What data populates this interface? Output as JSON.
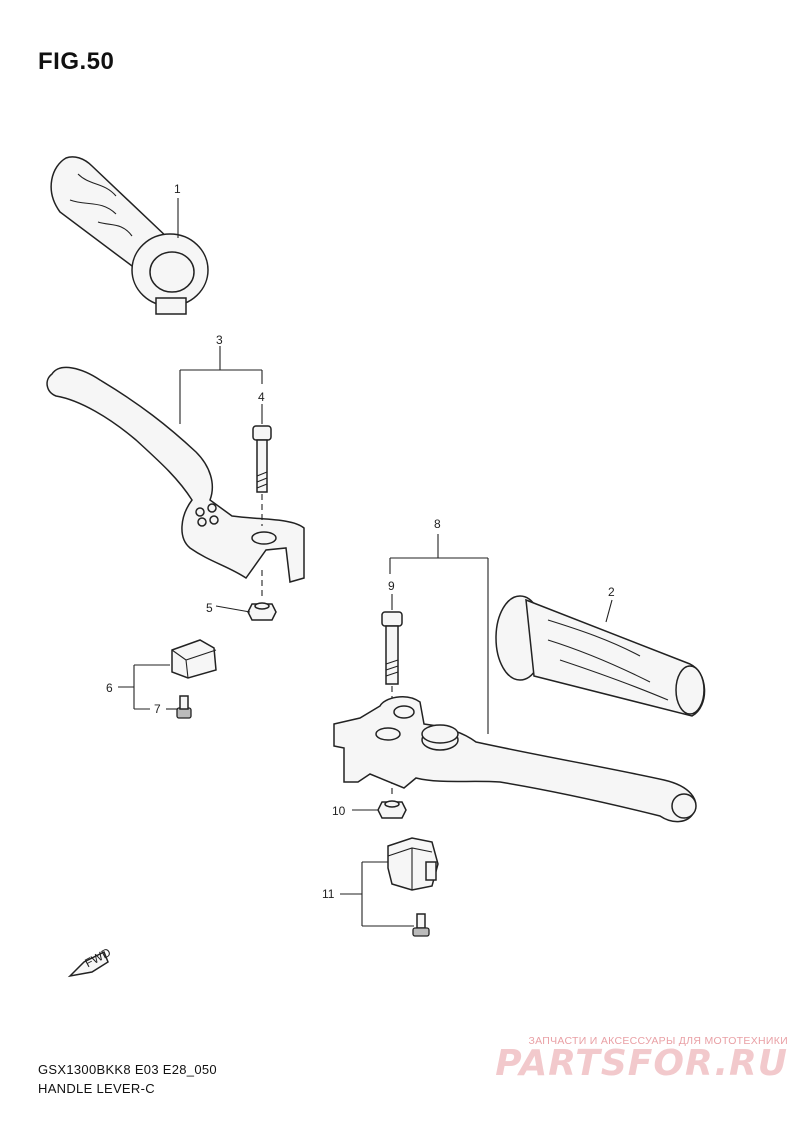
{
  "figure": {
    "title": "FIG.50"
  },
  "callouts": {
    "c1": "1",
    "c2": "2",
    "c3": "3",
    "c4": "4",
    "c5": "5",
    "c6": "6",
    "c7": "7",
    "c8": "8",
    "c9": "9",
    "c10": "10",
    "c11": "11"
  },
  "fwd_label": "FWD",
  "footer": {
    "model_code": "GSX1300BKK8 E03 E28_050",
    "section": "HANDLE LEVER-C"
  },
  "watermark": {
    "tagline": "ЗАПЧАСТИ И АКСЕССУАРЫ ДЛЯ МОТОТЕХНИКИ",
    "logo": "PARTSFOR.RU"
  },
  "colors": {
    "line": "#222222",
    "background": "#ffffff",
    "watermark": "#f2c9cc"
  }
}
